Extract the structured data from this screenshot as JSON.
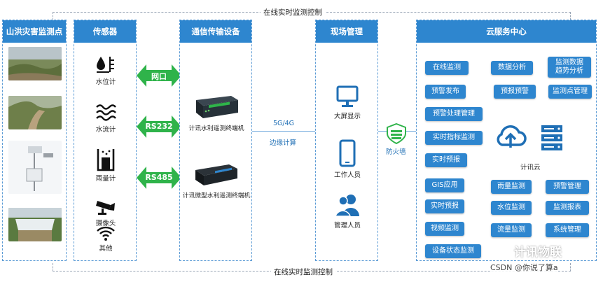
{
  "loop_top_label": "在线实时监测控制",
  "loop_bottom_label": "在线实时监测控制",
  "columns": {
    "sites": "山洪灾害监测点",
    "sensors": "传感器",
    "comm": "通信传输设备",
    "onsite": "现场管理",
    "cloud": "云服务中心"
  },
  "sensors": [
    {
      "label": "水位计",
      "icon": "water-level-icon"
    },
    {
      "label": "水流计",
      "icon": "water-flow-icon"
    },
    {
      "label": "雨量计",
      "icon": "rain-gauge-icon"
    },
    {
      "label": "摄像头",
      "icon": "camera-icon"
    },
    {
      "label": "其他",
      "icon": "wifi-icon"
    }
  ],
  "links": [
    "网口",
    "RS232",
    "RS485"
  ],
  "devices": [
    "计讯水利遥测终端机",
    "计讯微型水利遥测终端机"
  ],
  "network": {
    "top": "5G/4G",
    "bottom": "边缘计算"
  },
  "firewall": "防火墙",
  "onsite": [
    "大屏显示",
    "工作人员",
    "管理人员"
  ],
  "cloud": {
    "name": "计讯云",
    "top_chips": [
      "在线监测",
      "数据分析",
      "监测数据\n趋势分析",
      "预警发布",
      "预报预警",
      "监测点管理"
    ],
    "left_chips": [
      "预警处理管理",
      "实时指标监测",
      "实时预报",
      "GIS应用",
      "实时预报",
      "视频监测",
      "设备状态监测"
    ],
    "grid_chips": [
      "雨量监测",
      "预警管理",
      "水位监测",
      "监测报表",
      "流量监测",
      "系统管理"
    ]
  },
  "watermark": "计讯物联",
  "csdn": "CSDN @你说了算a",
  "colors": {
    "accent": "#2e86cf",
    "arrow": "#2fb34a",
    "dashed": "#5b9bd5"
  }
}
